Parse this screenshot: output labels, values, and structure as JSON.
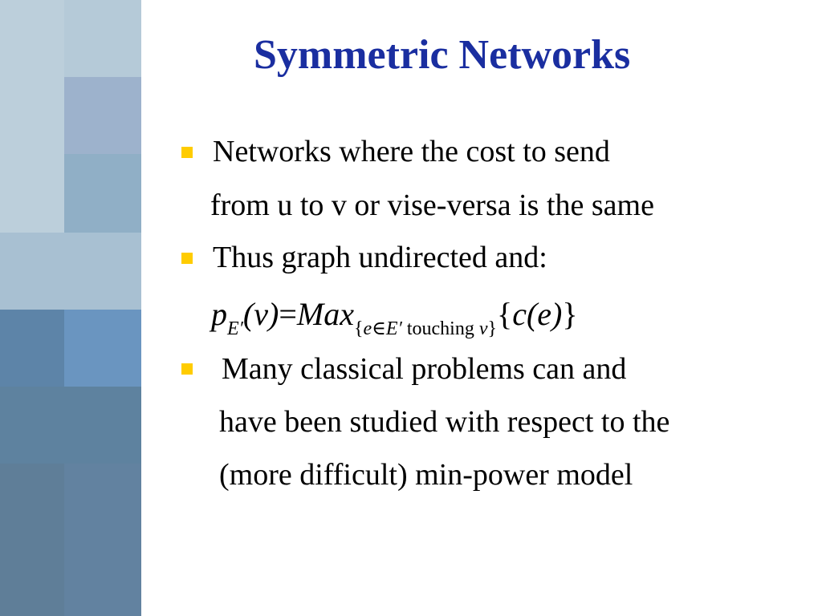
{
  "slide": {
    "title": "Symmetric Networks",
    "colors": {
      "title": "#1a2ea0",
      "bullet": "#ffcc00"
    },
    "bullets": [
      {
        "lines": [
          "Networks where the cost to send",
          "from u to v or vise-versa is the same"
        ]
      },
      {
        "lines": [
          "Thus graph undirected and:"
        ]
      },
      {
        "lines": [
          "Many classical problems can and",
          "have been studied with respect to the",
          "(more difficult) min-power model"
        ]
      }
    ],
    "formula": {
      "p": "p",
      "p_sub": "E′",
      "arg": "(v)",
      "eq": "=",
      "max": "Max",
      "max_sub_open": "{",
      "max_sub_var": "e∈E′",
      "max_sub_text": " touching ",
      "max_sub_v": "v",
      "max_sub_close": "}",
      "rhs_open": "{",
      "rhs_c": "c",
      "rhs_arg": "(e)",
      "rhs_close": "}"
    }
  }
}
